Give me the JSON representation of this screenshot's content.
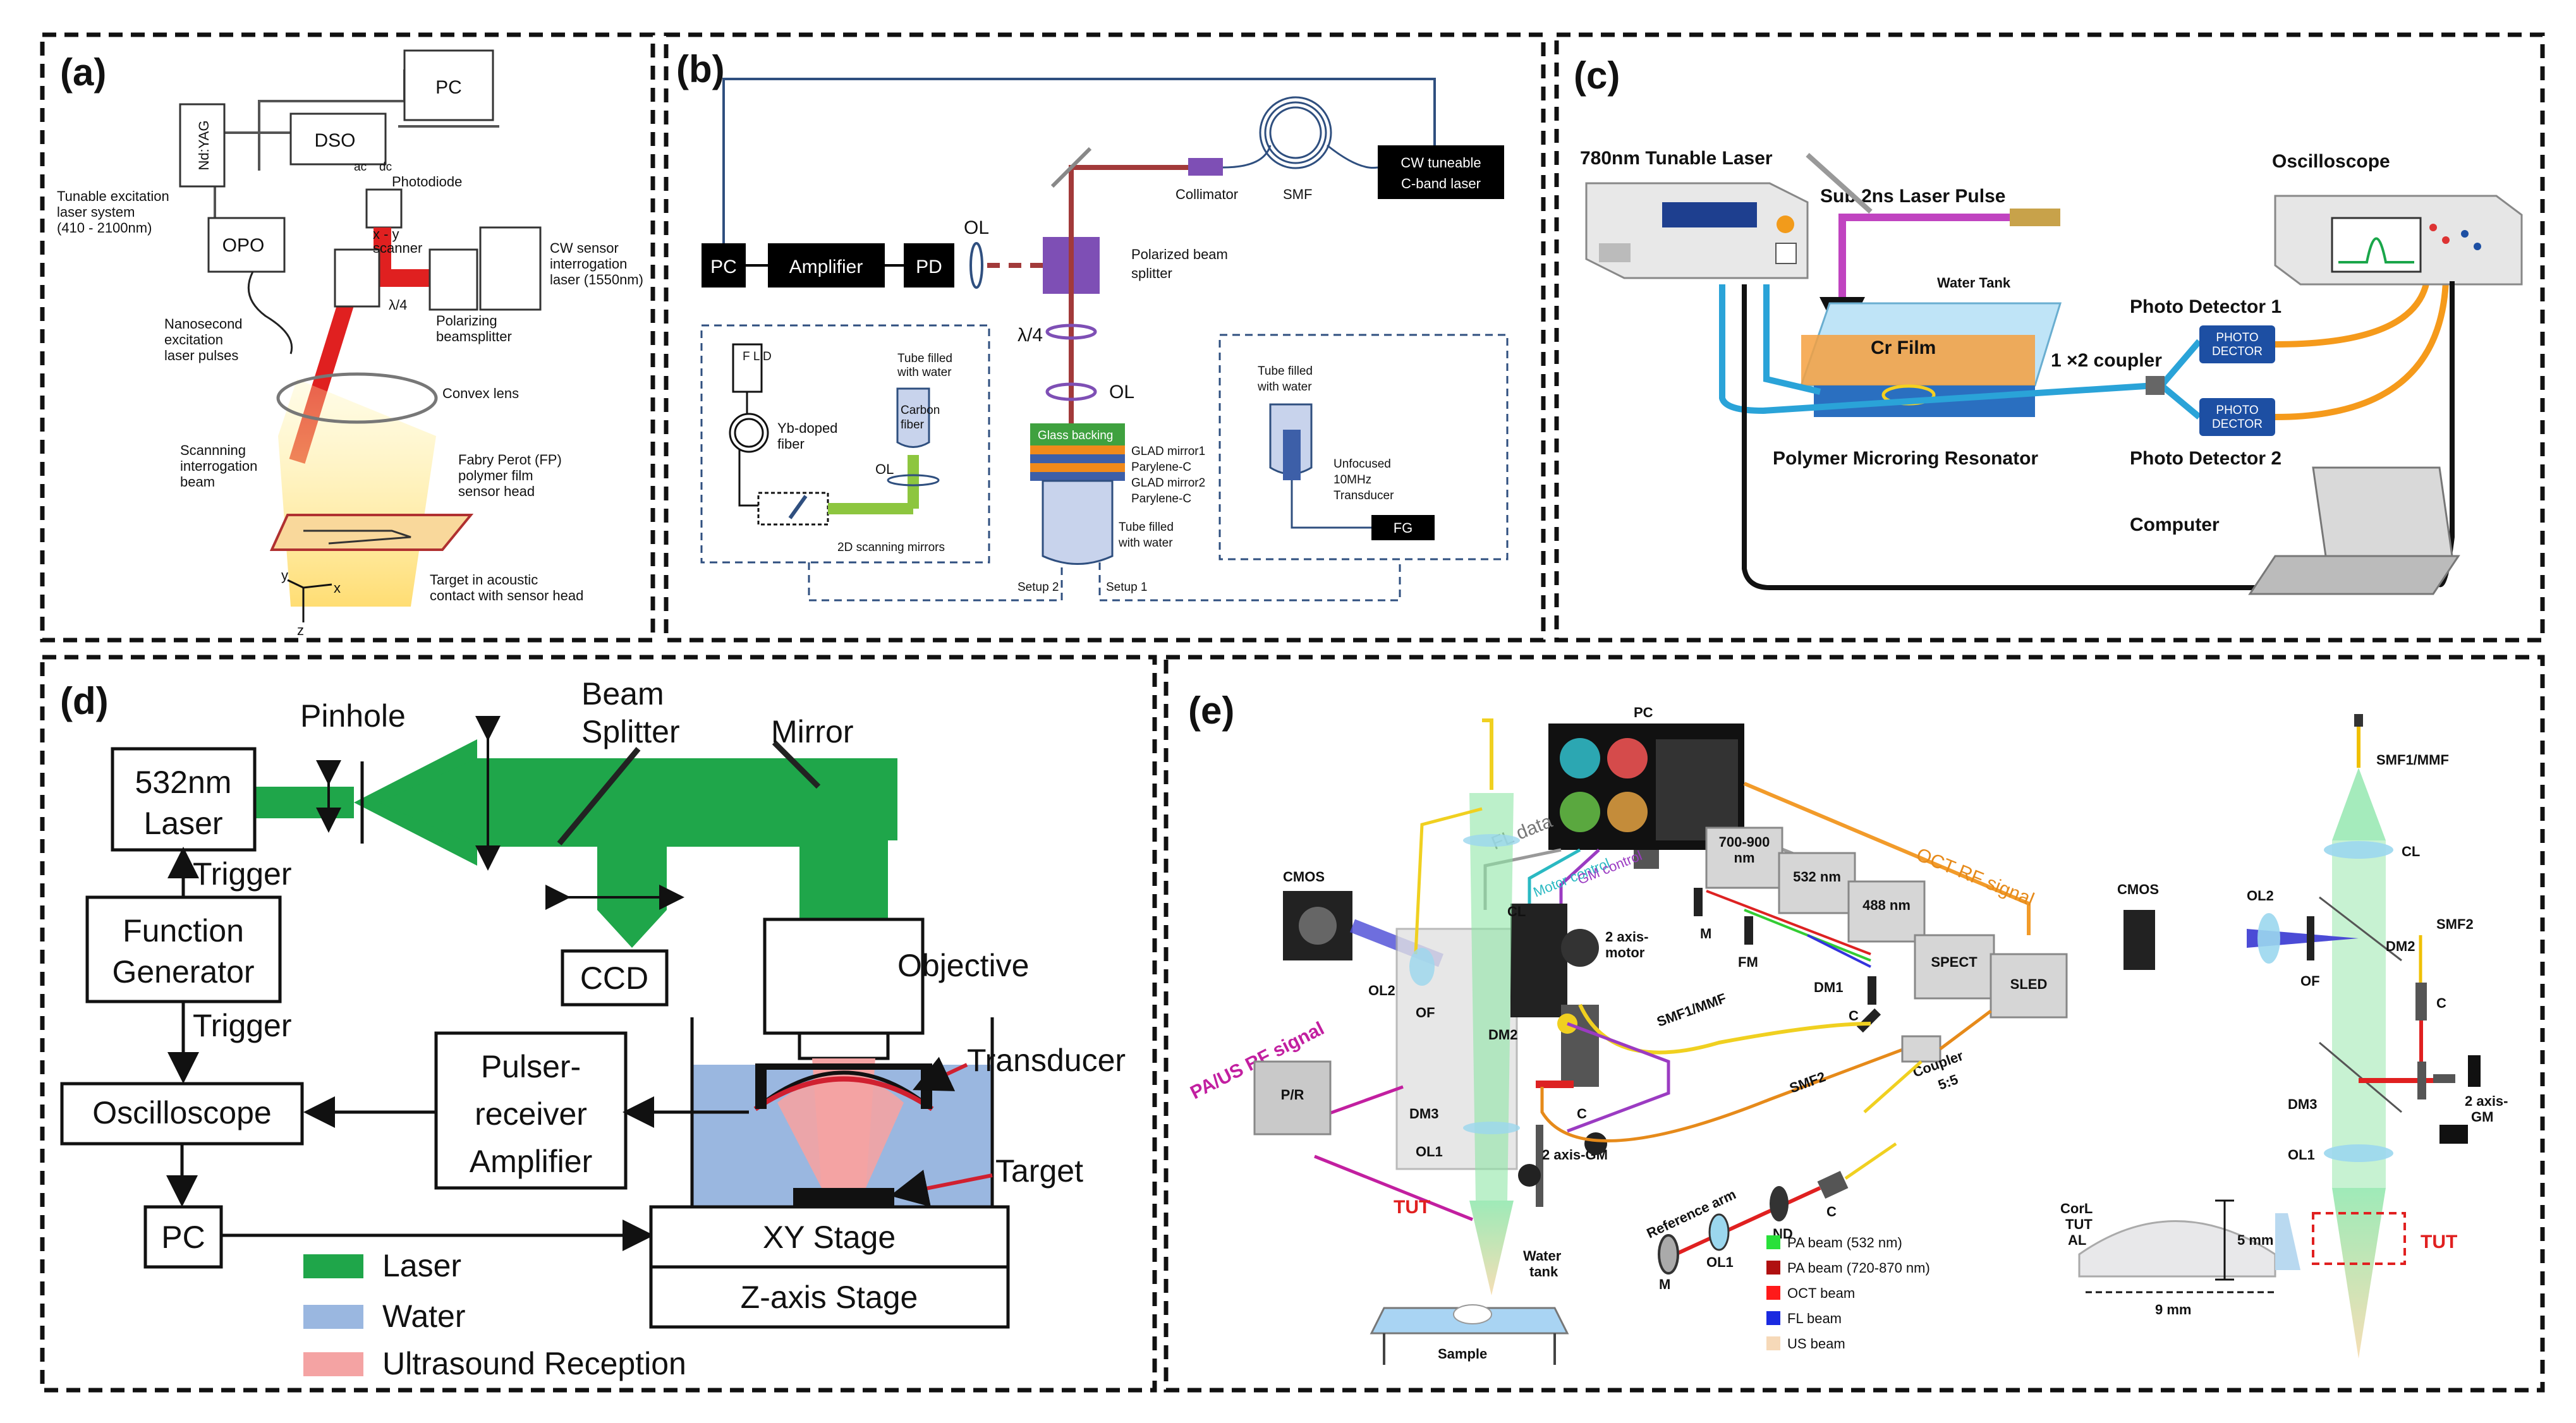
{
  "colors": {
    "laser": "#1fa64a",
    "water": "#9ab7e0",
    "ultrasound": "#f4a3a3",
    "red_beam": "#e02020",
    "fiber": "#2aa3d8",
    "orange_fiber": "#f59a1b"
  },
  "panel_a": {
    "label": "(a)",
    "nd_yag": "Nd:YAG",
    "pc": "PC",
    "dso": "DSO",
    "photodiode": "Photodiode",
    "ac": "ac",
    "dc": "dc",
    "tunable": "Tunable excitation",
    "tunable2": "laser system",
    "tunable3": "(410 - 2100nm)",
    "opo": "OPO",
    "xy": "x - y",
    "scanner": "scanner",
    "lambda4": "λ/4",
    "pbs": "Polarizing",
    "pbs2": "beamsplitter",
    "cw": "CW sensor",
    "cw2": "interrogation",
    "cw3": "laser (1550nm)",
    "ns": "Nanosecond",
    "ns2": "excitation",
    "ns3": "laser pulses",
    "lens": "Convex lens",
    "scan": "Scannning",
    "scan2": "interrogation",
    "scan3": "beam",
    "fp": "Fabry Perot (FP)",
    "fp2": "polymer film",
    "fp3": "sensor head",
    "target": "Target in acoustic",
    "target2": "contact with sensor head",
    "ax_y": "y",
    "ax_x": "x",
    "ax_z": "z"
  },
  "panel_b": {
    "label": "(b)",
    "pc": "PC",
    "amp": "Amplifier",
    "pd": "PD",
    "ol": "OL",
    "pbs": "Polarized beam",
    "pbs2": "splitter",
    "collimator": "Collimator",
    "smf": "SMF",
    "cw": "CW tuneable",
    "cw2": "C-band laser",
    "lambda4": "λ/4",
    "ol2": "OL",
    "glass": "Glass backing",
    "glad1": "GLAD mirror1",
    "pary1": "Parylene-C",
    "glad2": "GLAD mirror2",
    "pary2": "Parylene-C",
    "tube": "Tube filled",
    "tube2": "with water",
    "fld": "F L D",
    "yb": "Yb-doped",
    "yb2": "fiber",
    "tubec": "Tube filled",
    "tubec2": "with water",
    "carbon": "Carbon",
    "carbon2": "fiber",
    "ol3": "OL",
    "mirrors": "2D scanning mirrors",
    "tubet": "Tube filled",
    "tubet2": "with water",
    "unf": "Unfocused",
    "unf2": "10MHz",
    "unf3": "Transducer",
    "fg": "FG",
    "setup2": "Setup 2",
    "setup1": "Setup 1"
  },
  "panel_c": {
    "label": "(c)",
    "laser": "780nm Tunable Laser",
    "pulse": "Sub 2ns Laser Pulse",
    "osc": "Oscilloscope",
    "tank": "Water Tank",
    "crfilm": "Cr Film",
    "pd1": "Photo Detector 1",
    "coupler": "1 ×2 coupler",
    "resonator": "Polymer Microring Resonator",
    "pd2": "Photo Detector 2",
    "computer": "Computer",
    "photo_det": "PHOTO",
    "photo_det2": "DECTOR"
  },
  "panel_d": {
    "label": "(d)",
    "laser": "532nm",
    "laser2": "Laser",
    "pinhole": "Pinhole",
    "bs": "Beam",
    "bs2": "Splitter",
    "mirror": "Mirror",
    "trigger1": "Trigger",
    "fg": "Function",
    "fg2": "Generator",
    "trigger2": "Trigger",
    "ccd": "CCD",
    "objective": "Objective",
    "pulser": "Pulser-",
    "pulser2": "receiver",
    "pulser3": "Amplifier",
    "transducer": "Transducer",
    "osc": "Oscilloscope",
    "target": "Target",
    "pc": "PC",
    "xy": "XY Stage",
    "z": "Z-axis Stage",
    "leg_laser": "Laser",
    "leg_water": "Water",
    "leg_us": "Ultrasound Reception"
  },
  "panel_e": {
    "label": "(e)",
    "pc": "PC",
    "fl": "FL data",
    "motor": "Motor control",
    "gm": "GM control",
    "oct": "OCT RF signal",
    "cmos": "CMOS",
    "w1": "700-900",
    "w1b": "nm",
    "w2": "532 nm",
    "w3": "488 nm",
    "m": "M",
    "fm": "FM",
    "dm1": "DM1",
    "c": "C",
    "cl": "CL",
    "motor2": "2 axis-",
    "motor2b": "motor",
    "ol2": "OL2",
    "of": "OF",
    "dm2": "DM2",
    "smf": "SMF1/MMF",
    "spect": "SPECT",
    "sled": "SLED",
    "pa": "PA/US RF signal",
    "pr": "P/R",
    "c2": "C",
    "smf2": "SMF2",
    "coupler": "Coupler",
    "coupler2": "5:5",
    "dm3": "DM3",
    "gm2": "2 axis-GM",
    "ol1": "OL1",
    "tut": "TUT",
    "ref": "Reference arm",
    "c3": "C",
    "m2": "M",
    "ol1b": "OL1",
    "nd": "ND",
    "tank": "Water",
    "tank2": "tank",
    "sample": "Sample",
    "leg1": "PA beam (532 nm)",
    "leg2": "PA beam (720-870 nm)",
    "leg3": "OCT beam",
    "leg4": "FL beam",
    "leg5": "US beam",
    "r_smf": "SMF1/MMF",
    "r_cl": "CL",
    "r_cmos": "CMOS",
    "r_ol2": "OL2",
    "r_smf2": "SMF2",
    "r_dm2": "DM2",
    "r_of": "OF",
    "r_c": "C",
    "r_dm3": "DM3",
    "r_gm": "2 axis-",
    "r_gm2": "GM",
    "r_ol1": "OL1",
    "r_corl": "CorL",
    "r_tut": "TUT",
    "r_al": "AL",
    "r_5mm": "5 mm",
    "r_tut2": "TUT",
    "r_9mm": "9 mm"
  }
}
